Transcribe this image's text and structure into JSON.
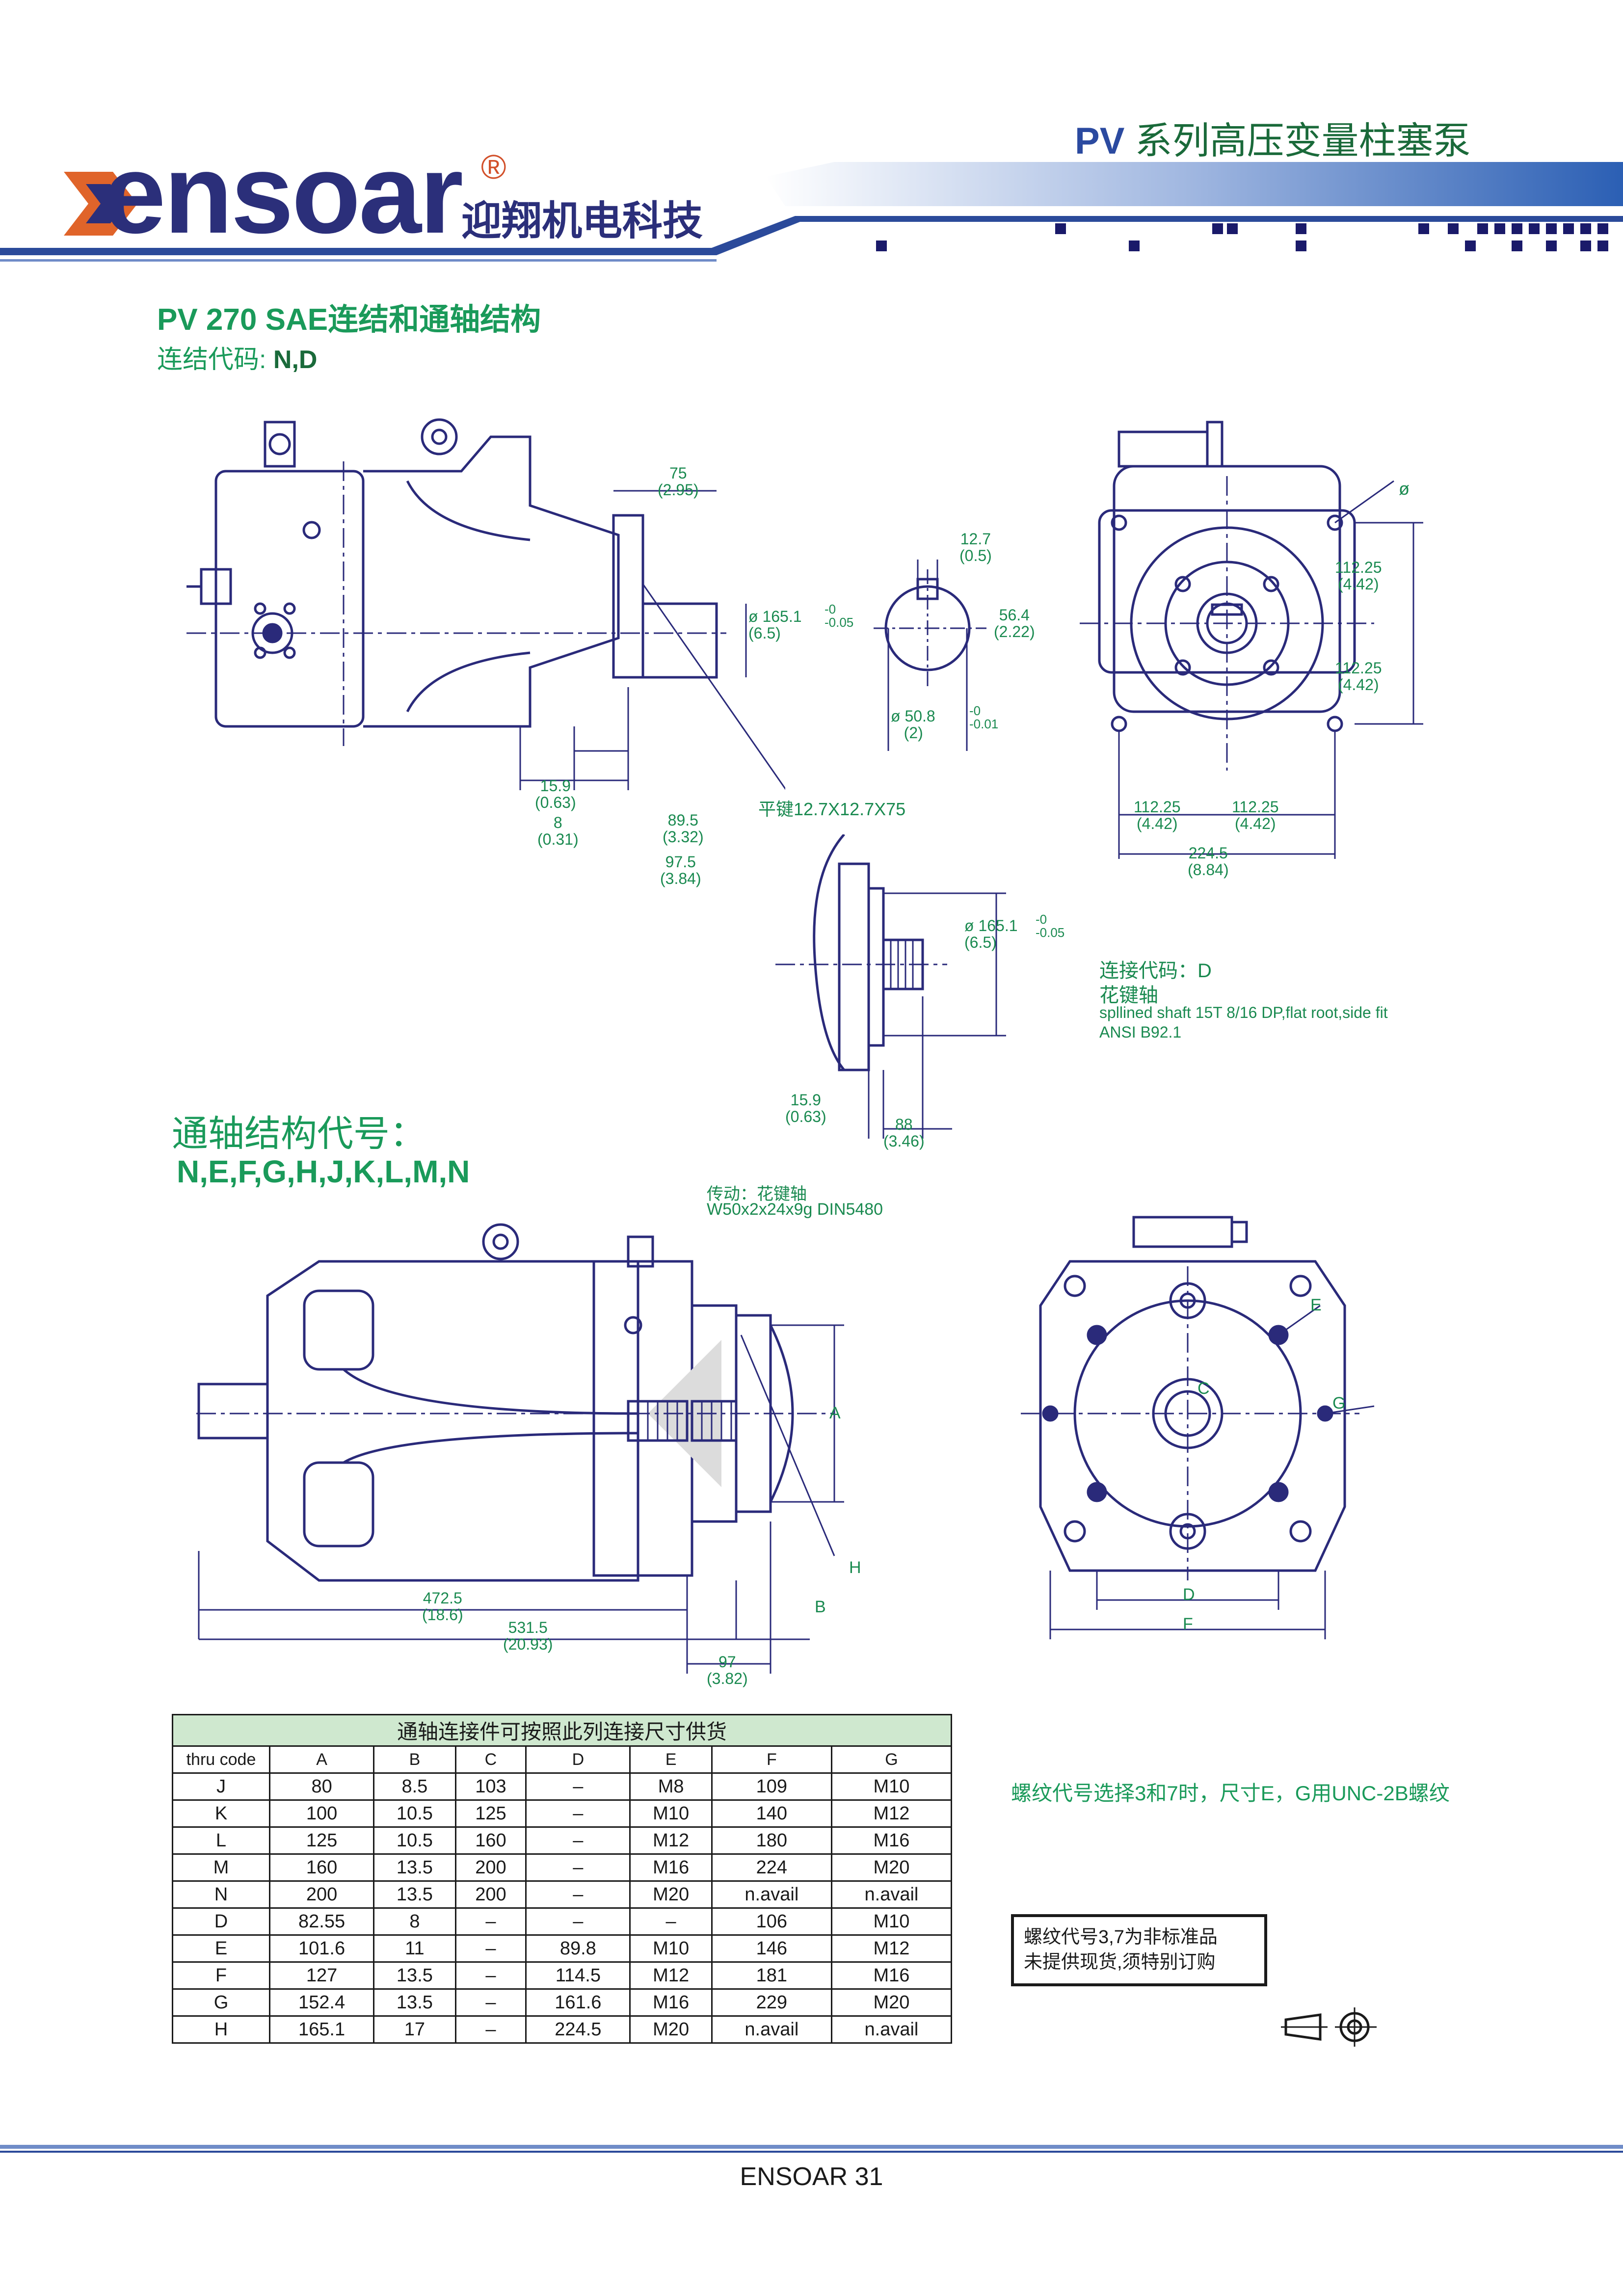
{
  "header": {
    "logo_text": "ensoar",
    "registered": "®",
    "company": "迎翔机电科技",
    "series_prefix": "PV",
    "series_title": " 系列高压变量柱塞泵"
  },
  "section1": {
    "title": "PV 270 SAE连结和通轴结构",
    "code_label": "连结代码: ",
    "code_value": "N,D"
  },
  "drawing1": {
    "dim_75": "75\n(2.95)",
    "dim_1651": "165.1",
    "dim_1651_tol": "-0\n-0.05",
    "dim_1651_in": "(6.5)",
    "dim_159": "15.9\n(0.63)",
    "dim_8": "8\n(0.31)",
    "dim_895": "89.5\n(3.32)",
    "dim_975": "97.5\n(3.84)",
    "key_label": "平键12.7X12.7X75",
    "dim_127": "12.7\n(0.5)",
    "dim_564": "56.4\n(2.22)",
    "dim_508": "50.8",
    "dim_508_in": "(2)",
    "dim_508_tol": "-0\n-0.01",
    "phi": "ø",
    "dim_11225a": "112.25\n(4.42)",
    "dim_11225b": "112.25\n(4.42)",
    "dim_11225c": "112.25\n(4.42)",
    "dim_11225d": "112.25\n(4.42)",
    "dim_2245": "224.5\n(8.84)"
  },
  "drawing2": {
    "dim_1651": "165.1",
    "dim_1651_tol": "-0\n-0.05",
    "dim_1651_in": "(6.5)",
    "dim_159": "15.9\n(0.63)",
    "dim_88": "88\n(3.46)",
    "code_d": "连接代码：D",
    "spline": "花键轴",
    "spline_en": "spllined shaft 15T 8/16 DP,flat root,side fit",
    "ansi": "ANSI B92.1"
  },
  "section2": {
    "title": "通轴结构代号：",
    "codes": "N,E,F,G,H,J,K,L,M,N"
  },
  "drawing3": {
    "drive_label": "传动：花键轴",
    "drive_spec": "W50x2x24x9g DIN5480",
    "label_a": "A",
    "label_b": "B",
    "label_h": "H",
    "dim_4725": "472.5\n(18.6)",
    "dim_5315": "531.5\n(20.93)",
    "dim_97": "97\n(3.82)",
    "label_c": "C",
    "label_d": "D",
    "label_e": "E",
    "label_f": "F",
    "label_g": "G"
  },
  "table": {
    "caption": "通轴连接件可按照此列连接尺寸供货",
    "headers": [
      "thru code",
      "A",
      "B",
      "C",
      "D",
      "E",
      "F",
      "G"
    ],
    "rows": [
      [
        "J",
        "80",
        "8.5",
        "103",
        "–",
        "M8",
        "109",
        "M10"
      ],
      [
        "K",
        "100",
        "10.5",
        "125",
        "–",
        "M10",
        "140",
        "M12"
      ],
      [
        "L",
        "125",
        "10.5",
        "160",
        "–",
        "M12",
        "180",
        "M16"
      ],
      [
        "M",
        "160",
        "13.5",
        "200",
        "–",
        "M16",
        "224",
        "M20"
      ],
      [
        "N",
        "200",
        "13.5",
        "200",
        "–",
        "M20",
        "n.avail",
        "n.avail"
      ],
      [
        "D",
        "82.55",
        "8",
        "–",
        "–",
        "–",
        "106",
        "M10"
      ],
      [
        "E",
        "101.6",
        "11",
        "–",
        "89.8",
        "M10",
        "146",
        "M12"
      ],
      [
        "F",
        "127",
        "13.5",
        "–",
        "114.5",
        "M12",
        "181",
        "M16"
      ],
      [
        "G",
        "152.4",
        "13.5",
        "–",
        "161.6",
        "M16",
        "229",
        "M20"
      ],
      [
        "H",
        "165.1",
        "17",
        "–",
        "224.5",
        "M20",
        "n.avail",
        "n.avail"
      ]
    ]
  },
  "notes": {
    "thread_note": "螺纹代号选择3和7时，尺寸E，G用UNC-2B螺纹",
    "box_line1": "螺纹代号3,7为非标准品",
    "box_line2": "未提供现货,须特别订购"
  },
  "footer": {
    "page": "ENSOAR 31"
  }
}
